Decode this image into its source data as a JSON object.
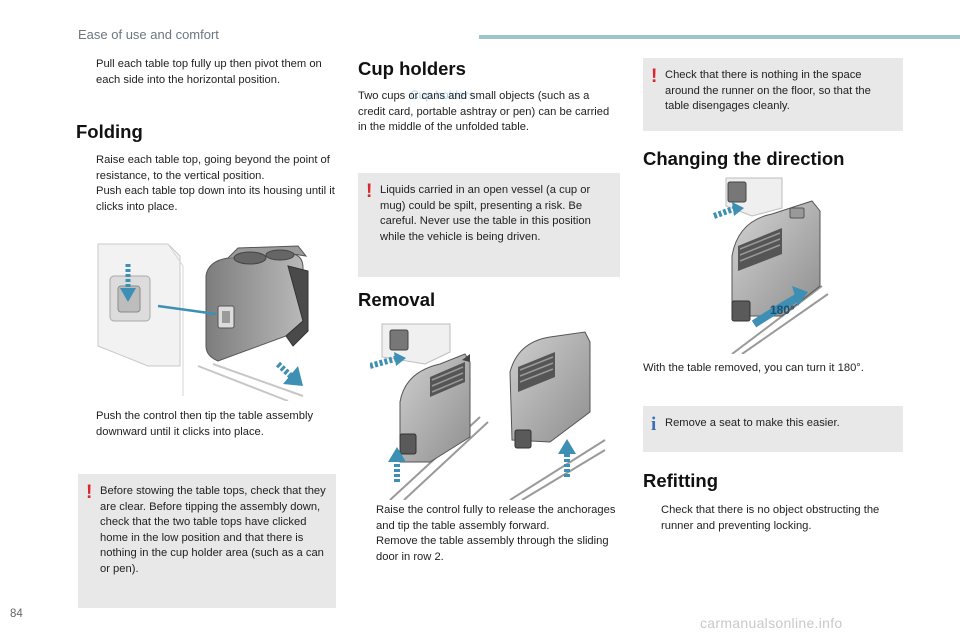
{
  "header": {
    "title": "Ease of use and comfort"
  },
  "page_number": "84",
  "watermark": "carmanualsonline.info",
  "bullet_symbol": "",
  "column1": {
    "intro_bullet": "Pull each table top fully up then pivot them on each side into the horizontal position.",
    "folding": {
      "heading": "Folding",
      "bullets": [
        "Raise each table top, going beyond the point of resistance, to the vertical position.",
        "Push each table top down into its housing until it clicks into place."
      ]
    },
    "push_bullet": "Push the control then tip the table assembly downward until it clicks into place.",
    "warning": "Before stowing the table tops, check that they are clear. Before tipping the assembly down, check that the two table tops have clicked home in the low position and that there is nothing in the cup holder area (such as a can or pen)."
  },
  "column2": {
    "cup_holders": {
      "heading": "Cup holders",
      "text": "Two cups or cans and small objects (such as a credit card, portable ashtray or pen) can be carried in the middle of the unfolded table.",
      "faint_label": "Cup holders"
    },
    "warning": "Liquids carried in an open vessel (a cup or mug) could be spilt, presenting a risk. Be careful. Never use the table in this position while the vehicle is being driven.",
    "removal": {
      "heading": "Removal",
      "bullets": [
        "Raise the control fully to release the anchorages and tip the table assembly forward.",
        "Remove the table assembly through the sliding door in row 2."
      ]
    }
  },
  "column3": {
    "warning": "Check that there is nothing in the space around the runner on the floor, so that the table disengages cleanly.",
    "changing": {
      "heading": "Changing the direction",
      "rotation_label": "180°",
      "text": "With the table removed, you can turn it 180°."
    },
    "info": "Remove a seat to make this easier.",
    "refitting": {
      "heading": "Refitting",
      "bullets": [
        "Check that there is no object obstructing the runner and preventing locking."
      ]
    }
  },
  "colors": {
    "accent": "#9bc4cc",
    "warning": "#d9272e",
    "info": "#3c6fb5",
    "box": "#e8e8e8",
    "arrow": "#3d8fb3"
  }
}
